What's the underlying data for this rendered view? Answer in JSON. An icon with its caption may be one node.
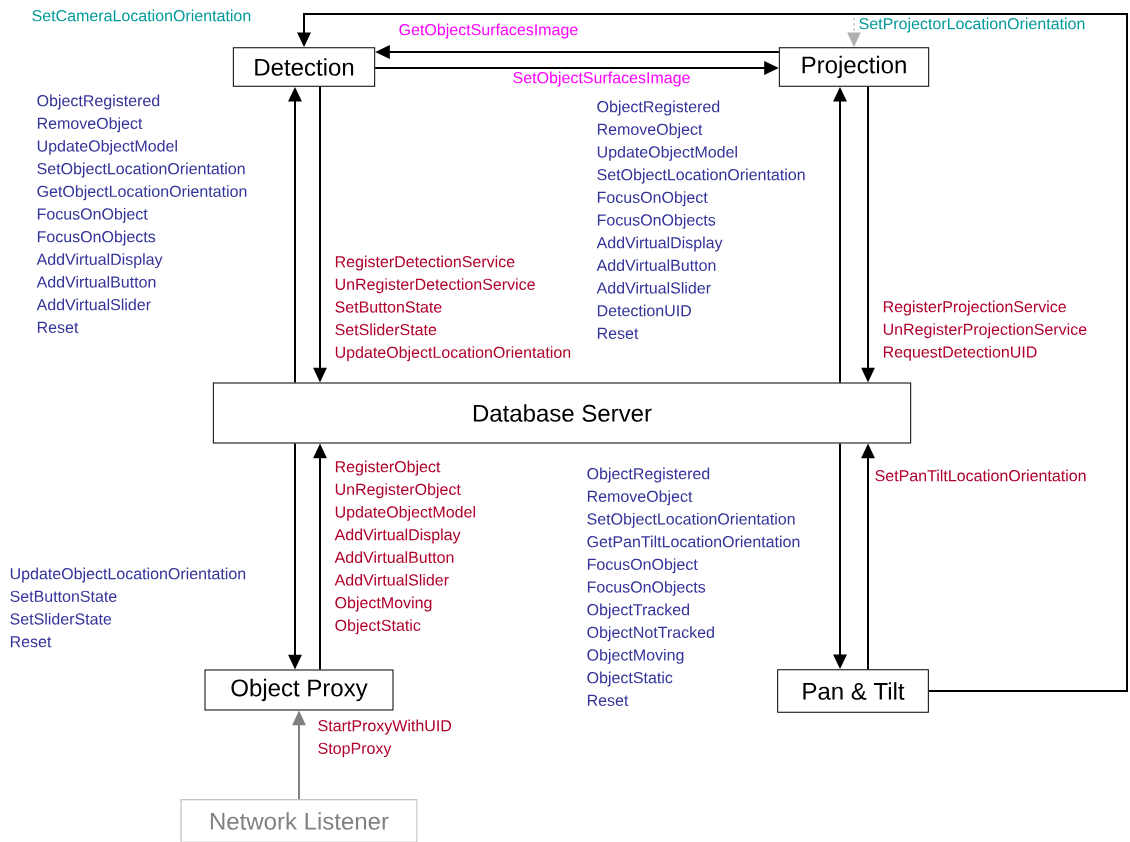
{
  "diagram": {
    "nodes": [
      {
        "text": [
          "Detection"
        ]
      },
      {
        "text": [
          "Projection"
        ]
      },
      {
        "text": [
          "Database Server"
        ]
      },
      {
        "text": [
          "Object Proxy"
        ]
      },
      {
        "text": [
          "Pan & Tilt"
        ]
      },
      {
        "text": [
          "Network Listener"
        ]
      }
    ],
    "edges": [
      {
        "from": 1,
        "to": 0,
        "arrow": "to",
        "label": "GetObjectSurfacesImage"
      },
      {
        "from": 0,
        "to": 1,
        "arrow": "to",
        "label": "SetObjectSurfacesImage"
      },
      {
        "from": 4,
        "to": 0,
        "arrow": "to",
        "label": "SetCameraLocationOrientation"
      },
      {
        "from": 4,
        "to": 1,
        "arrow": "to",
        "label": "SetProjectorLocationOrientation",
        "style": "dashed",
        "color": "#b0b0b0"
      },
      {
        "from": 2,
        "to": 0,
        "arrow": "to",
        "label": "ObjectRegistered RemoveObject UpdateObjectModel SetObjectLocationOrientation GetObjectLocationOrientation FocusOnObject FocusOnObjects AddVirtualDisplay AddVirtualButton AddVirtualSlider Reset"
      },
      {
        "from": 0,
        "to": 2,
        "arrow": "to",
        "label": "RegisterDetectionService UnRegisterDetectionService SetButtonState SetSliderState UpdateObjectLocationOrientation"
      },
      {
        "from": 2,
        "to": 1,
        "arrow": "to",
        "label": "ObjectRegistered RemoveObject UpdateObjectModel SetObjectLocationOrientation FocusOnObject FocusOnObjects AddVirtualDisplay AddVirtualButton AddVirtualSlider DetectionUID Reset"
      },
      {
        "from": 1,
        "to": 2,
        "arrow": "to",
        "label": "RegisterProjectionService UnRegisterProjectionService RequestDetectionUID"
      },
      {
        "from": 2,
        "to": 3,
        "arrow": "to",
        "label": "UpdateObjectLocationOrientation SetButtonState SetSliderState Reset"
      },
      {
        "from": 3,
        "to": 2,
        "arrow": "to",
        "label": "RegisterObject UnRegisterObject UpdateObjectModel AddVirtualDisplay AddVirtualButton AddVirtualSlider ObjectMoving ObjectStatic"
      },
      {
        "from": 2,
        "to": 4,
        "arrow": "to",
        "label": "ObjectRegistered RemoveObject SetObjectLocationOrientation GetPanTiltLocationOrientation FocusOnObject FocusOnObjects ObjectTracked ObjectNotTracked ObjectMoving ObjectStatic Reset"
      },
      {
        "from": 4,
        "to": 2,
        "arrow": "to",
        "label": "SetPanTiltLocationOrientation"
      },
      {
        "from": 5,
        "to": 3,
        "arrow": "to",
        "label": "StartProxyWithUID StopProxy",
        "color": "#808080"
      }
    ]
  }
}
